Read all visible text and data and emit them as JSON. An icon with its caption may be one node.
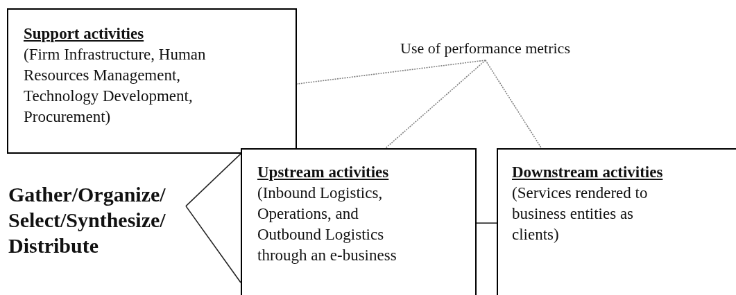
{
  "diagram": {
    "nodes": [
      {
        "text": [
          "Support activities",
          "(Firm Infrastructure, Human Resources Management, Technology Development, Procurement)"
        ]
      },
      {
        "text": [
          "Use of performance metrics"
        ]
      },
      {
        "text": [
          "Upstream activities",
          "(Inbound Logistics, Operations, and Outbound Logistics through an e-business"
        ]
      },
      {
        "text": [
          "Downstream activities",
          "(Services rendered to business entities as clients)"
        ]
      },
      {
        "text": [
          "Gather/Organize/ Select/Synthesize/ Distribute"
        ]
      }
    ],
    "edges": [
      {
        "from": 1,
        "to": 0,
        "arrow": "none",
        "style": "dashed",
        "color": "#808080"
      },
      {
        "from": 1,
        "to": 2,
        "arrow": "none",
        "style": "dashed",
        "color": "#808080"
      },
      {
        "from": 1,
        "to": 3,
        "arrow": "none",
        "style": "dashed",
        "color": "#808080"
      },
      {
        "from": 4,
        "to": 2,
        "arrow": "none",
        "color": "#222222"
      },
      {
        "from": 4,
        "to": 2,
        "arrow": "none",
        "color": "#222222"
      },
      {
        "from": 2,
        "to": 3,
        "arrow": "none",
        "color": "#222222"
      }
    ]
  }
}
